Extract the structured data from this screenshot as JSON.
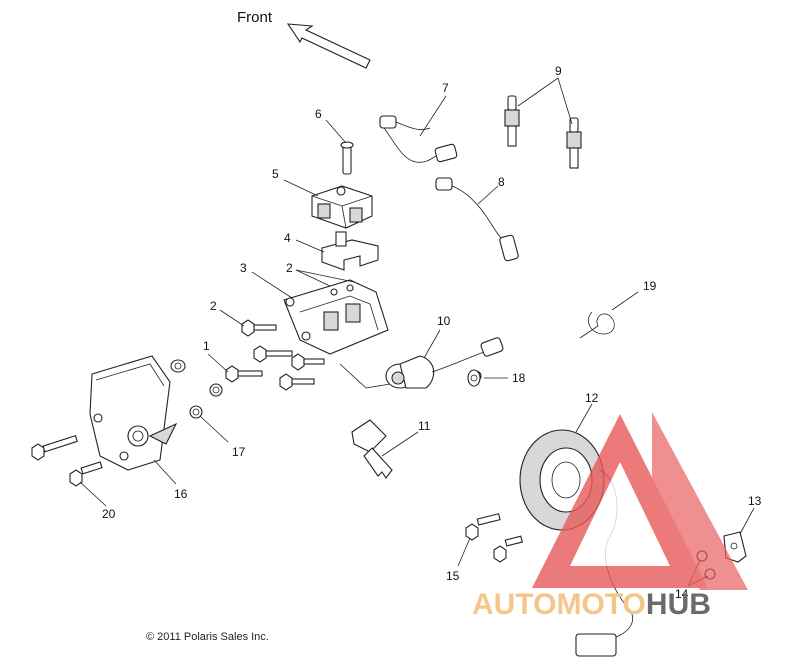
{
  "front_label": "Front",
  "copyright": "© 2011 Polaris Sales Inc.",
  "watermark": {
    "brand_part1": "AUTO",
    "brand_part2": "MOTO",
    "brand_part3": "HUB",
    "color_light": "#f5c58a",
    "color_dark": "#6b6b6b",
    "triangle_color": "#e85a5a"
  },
  "callouts": {
    "c1": "1",
    "c2a": "2",
    "c2b": "2",
    "c3": "3",
    "c4": "4",
    "c5": "5",
    "c6": "6",
    "c7": "7",
    "c8": "8",
    "c9": "9",
    "c10": "10",
    "c11": "11",
    "c12": "12",
    "c13": "13",
    "c14": "14",
    "c15": "15",
    "c16": "16",
    "c17": "17",
    "c18": "18",
    "c19": "19",
    "c20": "20"
  }
}
